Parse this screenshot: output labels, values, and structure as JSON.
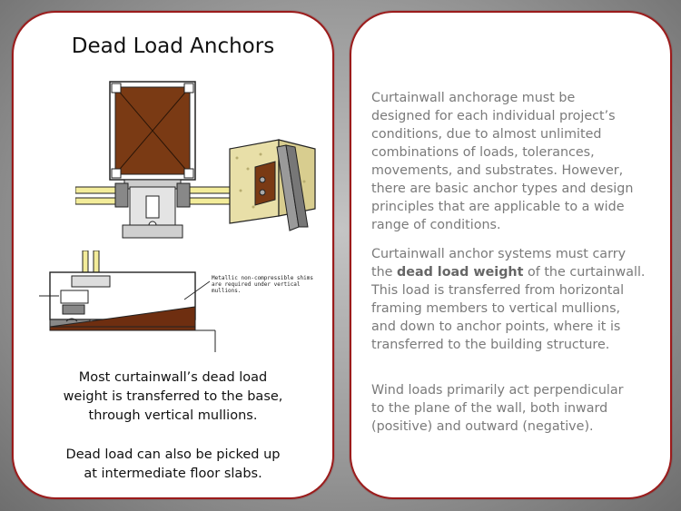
{
  "left_card": {
    "title": "Dead Load Anchors",
    "note_line1": "Metallic non-compressible shims",
    "note_line2": "are required under vertical",
    "note_line3": "mullions.",
    "caption1": [
      "Most curtainwall’s dead load",
      "weight is transferred to the base,",
      "through vertical mullions."
    ],
    "caption2": [
      "Dead load can also be picked up",
      "at intermediate floor slabs."
    ]
  },
  "right_card": {
    "para1": [
      "Curtainwall anchorage must be",
      "designed for each individual project’s",
      "conditions, due to almost unlimited",
      "combinations of loads, tolerances,",
      "movements, and substrates. However,",
      "there are basic anchor types and design",
      "principles that are applicable to a wide",
      "range of conditions."
    ],
    "para2_l1": "Curtainwall anchor systems must carry",
    "para2_l2_pre": "the ",
    "para2_l2_bold": "dead load weight",
    "para2_l2_post": " of the curtainwall.",
    "para2_rest": [
      "This load is transferred from horizontal",
      "framing members to vertical mullions,",
      "and down to anchor points, where it is",
      "transferred to the building structure."
    ],
    "para3": [
      "Wind loads primarily act perpendicular",
      "to the plane of the wall, both inward",
      "(positive) and outward (negative)."
    ]
  },
  "colors": {
    "border": "#9b1b1b",
    "wood": "#7a3a14",
    "concrete": "#e8dfa8",
    "glass": "#f3ec9a",
    "body_text_right": "#7a7a7a"
  }
}
